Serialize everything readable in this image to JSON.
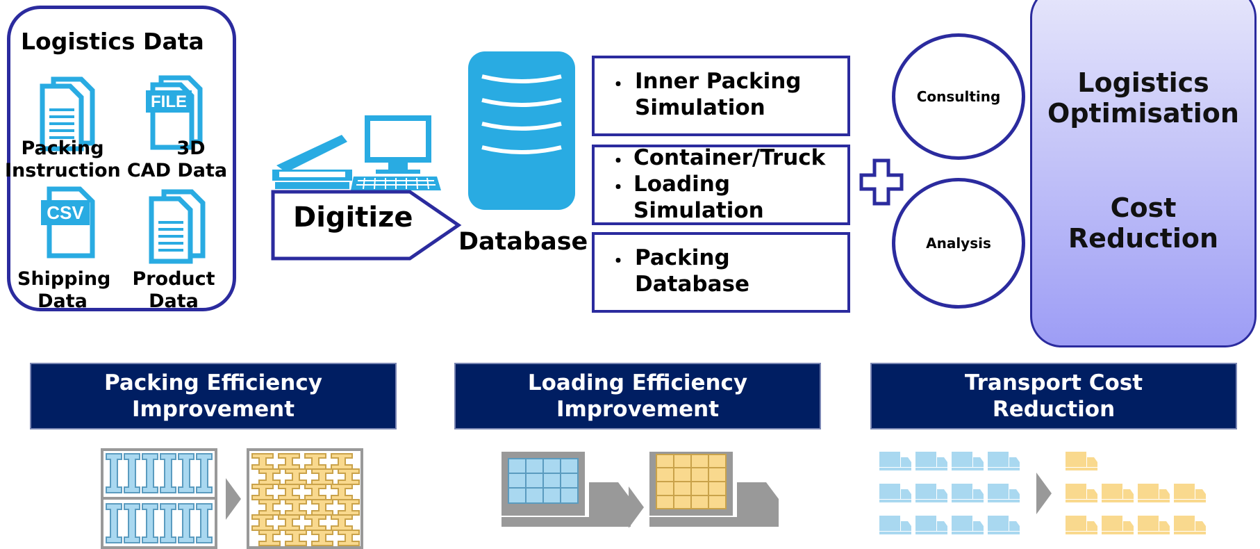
{
  "logistics_data": {
    "title": "Logistics Data",
    "items": [
      {
        "label_line1": "Packing",
        "label_line2": "Instruction",
        "icon": "document-stack-icon"
      },
      {
        "label_line1": "3D",
        "label_line2": "CAD Data",
        "icon": "file-icon",
        "icon_text": "FILE"
      },
      {
        "label_line1": "Shipping",
        "label_line2": "Data",
        "icon": "csv-file-icon",
        "icon_text": "CSV"
      },
      {
        "label_line1": "Product",
        "label_line2": "Data",
        "icon": "document-stack-icon"
      }
    ]
  },
  "digitize": {
    "label": "Digitize",
    "icons": [
      "scanner-icon",
      "computer-icon"
    ]
  },
  "database": {
    "label": "Database",
    "icon": "database-icon"
  },
  "features": [
    {
      "lines": [
        {
          "bullet": "・",
          "text": "Inner Packing"
        },
        {
          "bullet": "",
          "text": "Simulation"
        }
      ]
    },
    {
      "lines": [
        {
          "bullet": "・",
          "text": "Container/Truck"
        },
        {
          "bullet": "・",
          "text": "Loading"
        },
        {
          "bullet": "",
          "text": "Simulation"
        }
      ]
    },
    {
      "lines": [
        {
          "bullet": "・",
          "text": "Packing"
        },
        {
          "bullet": "",
          "text": "Database"
        }
      ]
    }
  ],
  "plus_icon": "plus-icon",
  "services": [
    "Consulting",
    "Analysis"
  ],
  "results": {
    "line1": "Logistics",
    "line2": "Optimisation",
    "line3": "Cost",
    "line4": "Reduction"
  },
  "benefits": [
    {
      "line1": "Packing Efficiency",
      "line2": "Improvement"
    },
    {
      "line1": "Loading Efficiency",
      "line2": "Improvement"
    },
    {
      "line1": "Transport Cost",
      "line2": "Reduction"
    }
  ],
  "colors": {
    "accent": "#2b2b9e",
    "navy": "#001e62",
    "icon_blue": "#29abe2",
    "before_fill": "#a9d8f0",
    "after_fill": "#f9d98e",
    "grey": "#999999"
  }
}
